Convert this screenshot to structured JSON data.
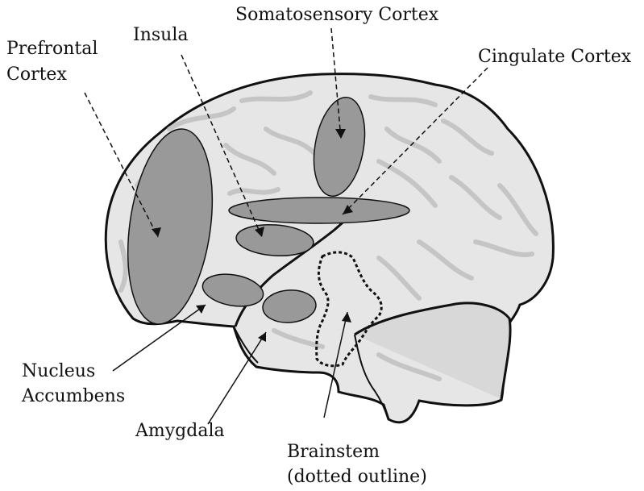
{
  "labels": {
    "prefrontal_1": "Prefrontal",
    "prefrontal_2": "Cortex",
    "insula": "Insula",
    "somatosensory": "Somatosensory Cortex",
    "cingulate": "Cingulate Cortex",
    "nucleus_1": "Nucleus",
    "nucleus_2": "Accumbens",
    "amygdala": "Amygdala",
    "brainstem_1": "Brainstem",
    "brainstem_2": "(dotted outline)"
  },
  "colors": {
    "brain_fill": "#e6e6e6",
    "brain_texture": "#bdbdbd",
    "region_fill": "#999999",
    "outline": "#111111"
  }
}
